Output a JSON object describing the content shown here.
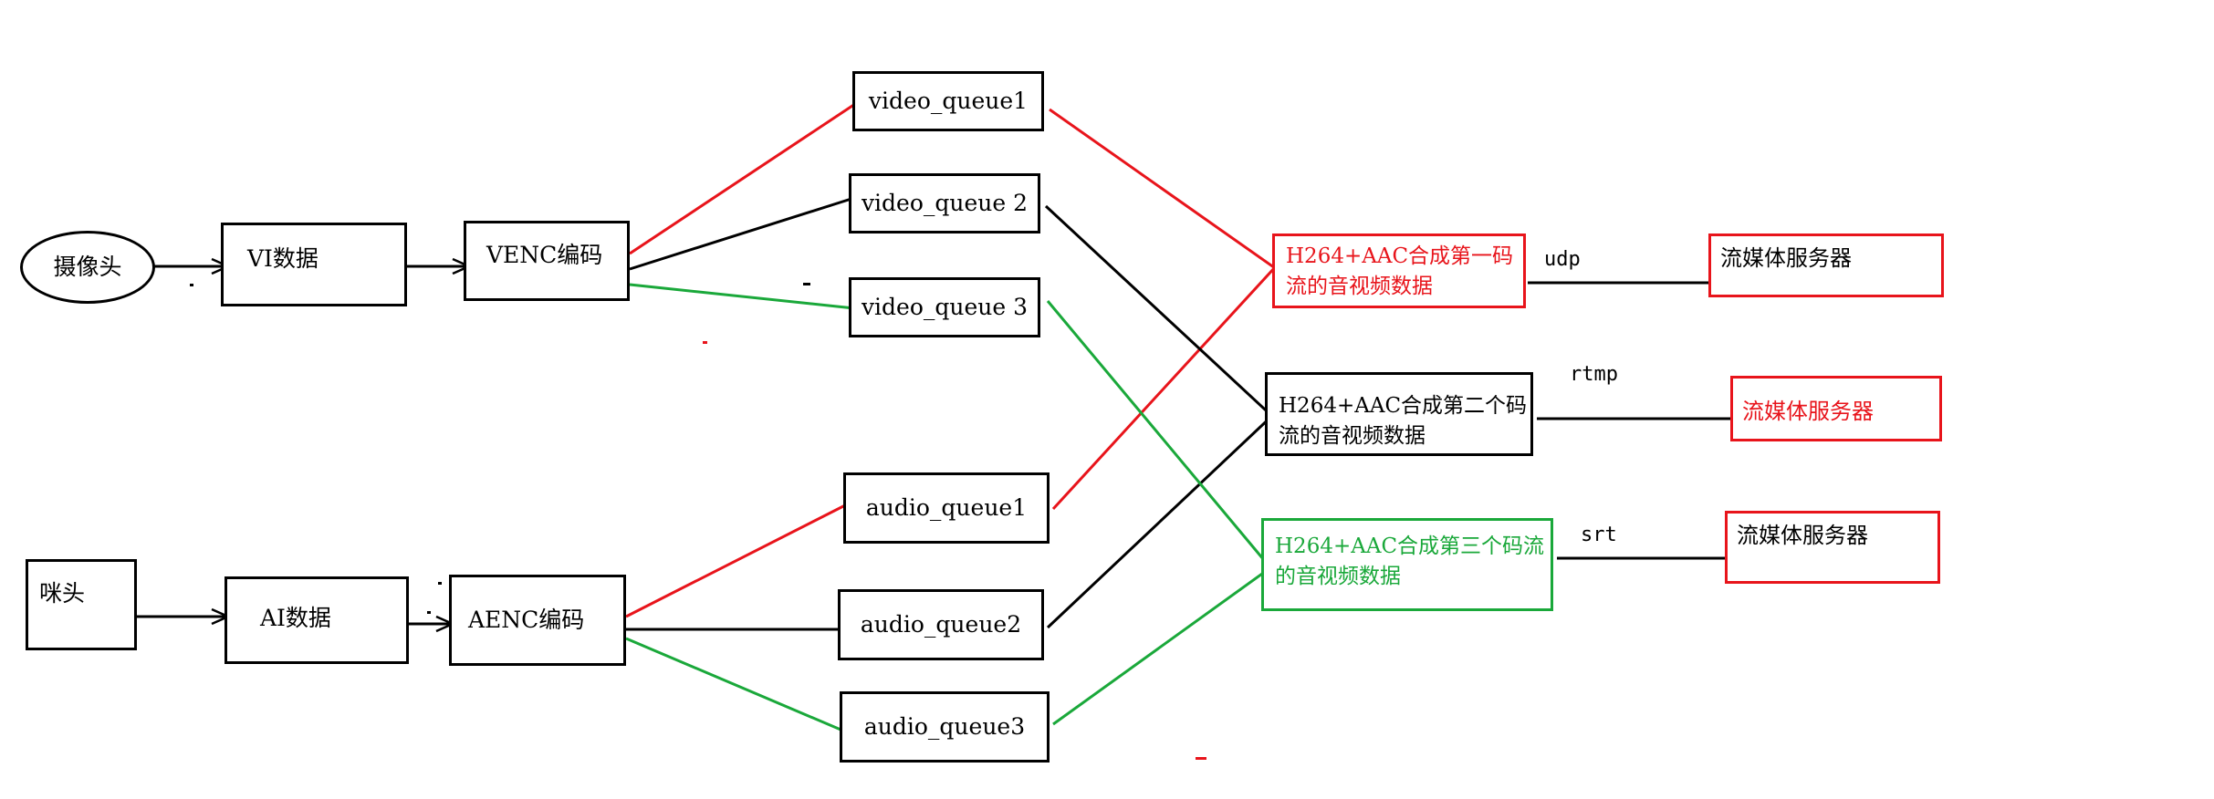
{
  "diagram": {
    "sources": {
      "camera": "摄像头",
      "mic": "咪头"
    },
    "raw": {
      "vi": "VI数据",
      "ai": "AI数据"
    },
    "encoders": {
      "venc": "VENC编码",
      "aenc": "AENC编码"
    },
    "video_queues": [
      "video_queue1",
      "video_queue 2",
      "video_queue 3"
    ],
    "audio_queues": [
      "audio_queue1",
      "audio_queue2",
      "audio_queue3"
    ],
    "muxers": [
      "H264+AAC合成第一码流的音视频数据",
      "H264+AAC合成第二个码流的音视频数据",
      "H264+AAC合成第三个码流的音视频数据"
    ],
    "protocols": [
      "udp",
      "rtmp",
      "srt"
    ],
    "servers": [
      "流媒体服务器",
      "流媒体服务器",
      "流媒体服务器"
    ],
    "colors": {
      "stream1": "#e8141b",
      "stream2": "#000000",
      "stream3": "#1aa83a"
    }
  }
}
